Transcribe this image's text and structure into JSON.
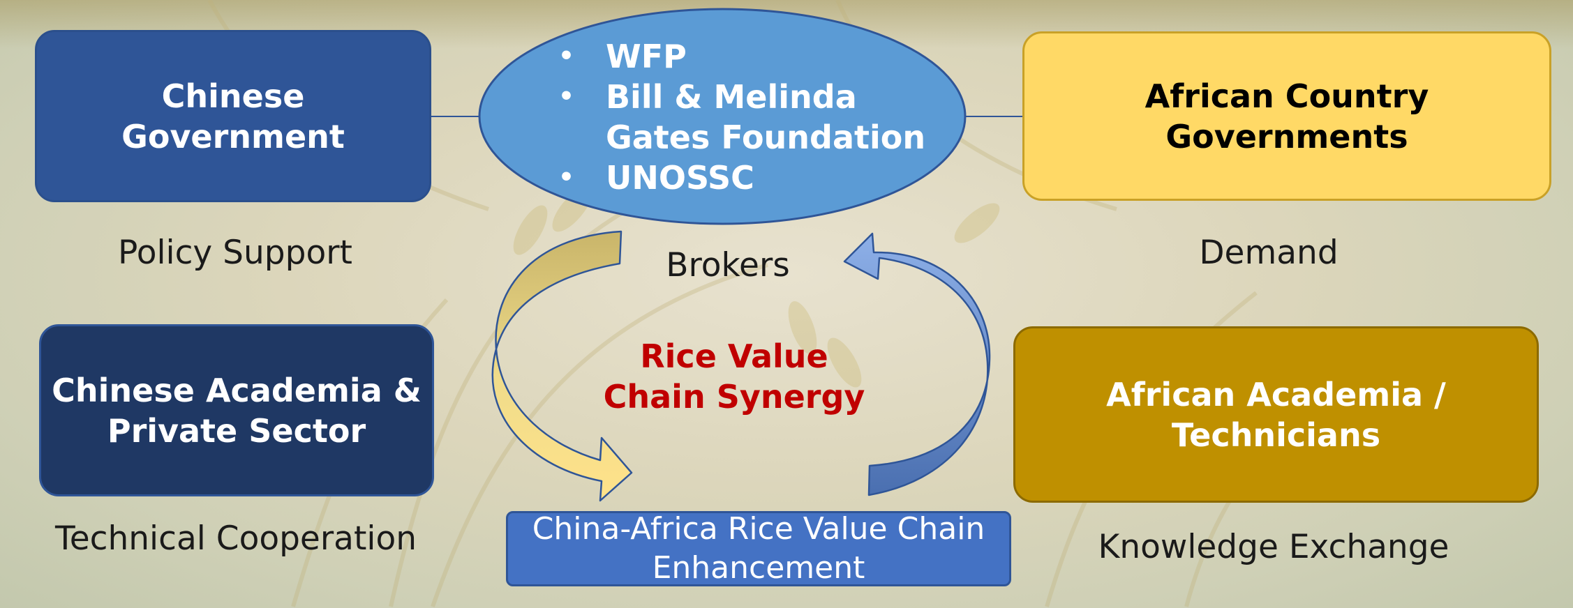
{
  "colors": {
    "chinese_government": "#2f5597",
    "african_governments": "#ffd966",
    "chinese_academia": "#1f3864",
    "african_academia": "#bf9000",
    "brokers_ellipse": "#5b9bd5",
    "synergy_text": "#c00000",
    "bottom_box": "#4472c4"
  },
  "actors": {
    "chinese_government": "Chinese\nGovernment",
    "african_governments": "African Country\nGovernments",
    "chinese_academia": "Chinese Academia &\nPrivate Sector",
    "african_academia": "African Academia /\nTechnicians"
  },
  "roles": {
    "policy": "Policy Support",
    "demand": "Demand",
    "brokers": "Brokers",
    "technical": "Technical Cooperation",
    "knowledge": "Knowledge Exchange"
  },
  "brokers_list": [
    "WFP",
    "Bill & Melinda\nGates Foundation",
    "UNOSSC"
  ],
  "center_label": "Rice Value\nChain Synergy",
  "bottom_label": "China-Africa Rice Value Chain\nEnhancement",
  "icons": {
    "left_arrow": "curved-arrow-down-icon",
    "right_arrow": "curved-arrow-up-icon"
  }
}
